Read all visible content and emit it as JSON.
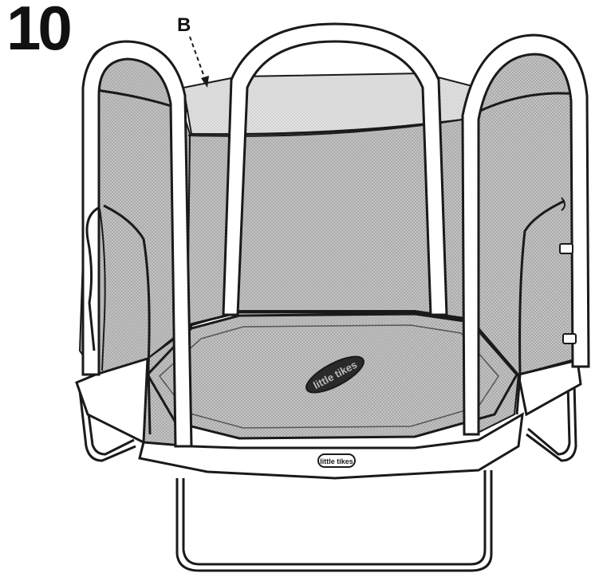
{
  "step": {
    "number": "10"
  },
  "callout": {
    "label": "B"
  },
  "brand": {
    "pad_logo": "little tikes",
    "mat_logo": "little tikes"
  },
  "colors": {
    "outline": "#1a1a1a",
    "net_fill": "#b9b9b9",
    "net_light": "#dcdcdc",
    "mat": "#a6a6a6",
    "pad": "#ffffff",
    "pole": "#ffffff"
  }
}
